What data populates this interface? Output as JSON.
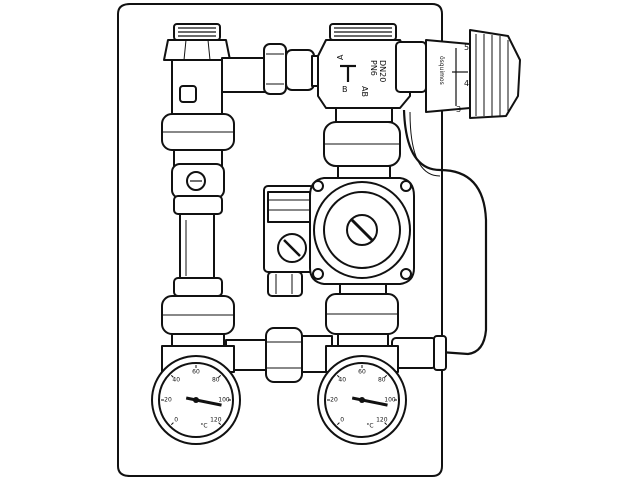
{
  "valve": {
    "dn": "DN20",
    "pn": "PN6",
    "port_a": "A",
    "port_ab": "AB",
    "port_b": "B"
  },
  "thermo_head": {
    "brand": "ōsquimos",
    "scale": [
      "3",
      "4",
      "5"
    ]
  },
  "thermometers": [
    {
      "ticks": [
        "0",
        "20",
        "40",
        "60",
        "80",
        "100",
        "120"
      ],
      "unit": "°C",
      "needle_value": 105
    },
    {
      "ticks": [
        "0",
        "20",
        "40",
        "60",
        "80",
        "100",
        "120"
      ],
      "unit": "°C",
      "needle_value": 105
    }
  ]
}
